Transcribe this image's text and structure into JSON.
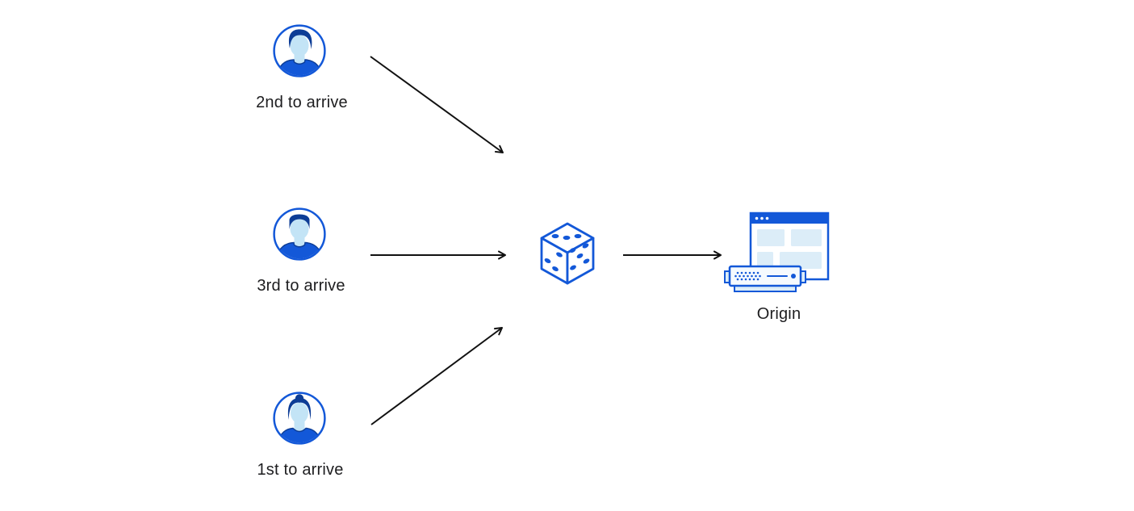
{
  "colors": {
    "accent_blue": "#1358D8",
    "hair_navy": "#0D3D96",
    "face_blue": "#C3E4F6",
    "panel_blue": "#DCEDF8",
    "server_fill": "#F5FAFE",
    "arrow_black": "#111111",
    "label_color": "#1D1D1F",
    "canvas_bg": "#FFFFFF"
  },
  "nodes": {
    "client_second": {
      "label": "2nd to arrive",
      "icon": "user-male-pompadour-avatar-icon"
    },
    "client_third": {
      "label": "3rd to arrive",
      "icon": "user-male-flattop-avatar-icon"
    },
    "client_first": {
      "label": "1st to arrive",
      "icon": "user-female-bun-avatar-icon"
    },
    "randomizer": {
      "icon": "dice-icon"
    },
    "origin": {
      "label": "Origin",
      "icon": "origin-server-icon"
    }
  },
  "edges": [
    {
      "from": "client_second",
      "to": "randomizer"
    },
    {
      "from": "client_third",
      "to": "randomizer"
    },
    {
      "from": "client_first",
      "to": "randomizer"
    },
    {
      "from": "randomizer",
      "to": "origin"
    }
  ]
}
